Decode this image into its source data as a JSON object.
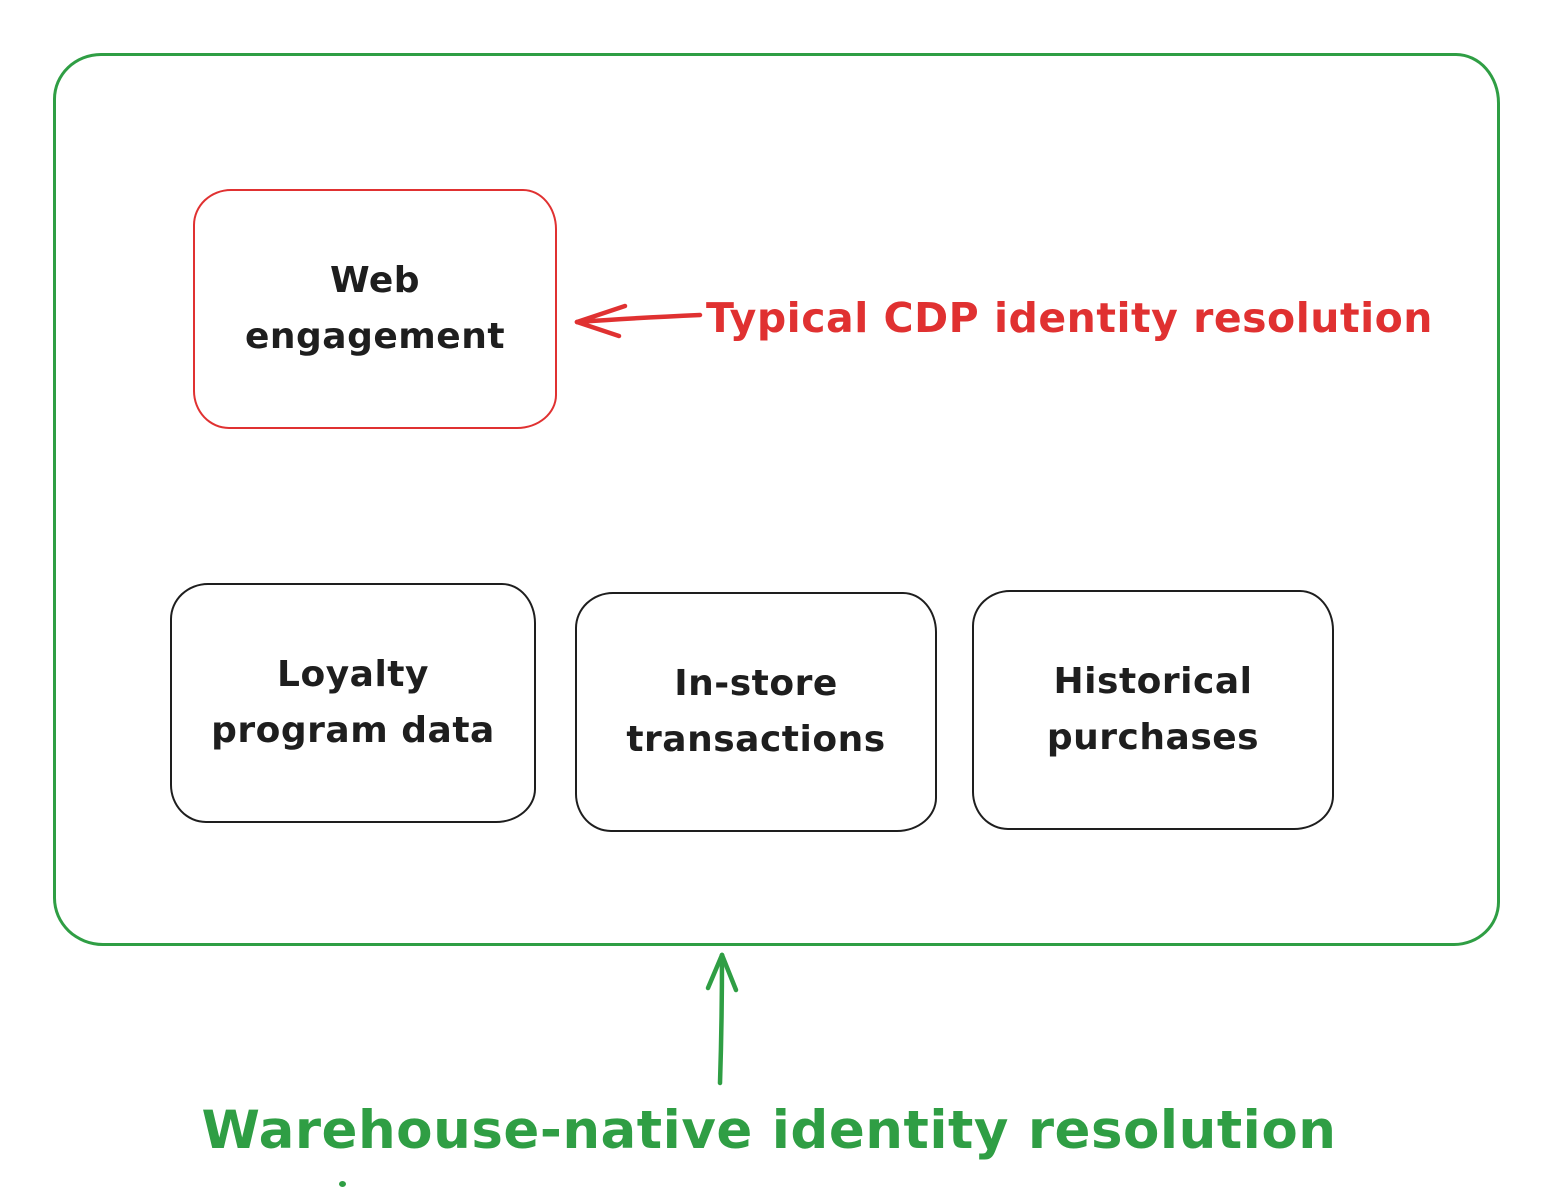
{
  "colors": {
    "warehouse_green": "#2f9e44",
    "cdp_red": "#e03131",
    "ink_black": "#1e1e1e",
    "background": "#ffffff"
  },
  "frame": {
    "role": "warehouse-scope-container"
  },
  "boxes": {
    "web_engagement": {
      "label": "Web\nengagement",
      "border_color": "#e03131"
    },
    "loyalty": {
      "label": "Loyalty\nprogram data",
      "border_color": "#1e1e1e"
    },
    "in_store": {
      "label": "In-store\ntransactions",
      "border_color": "#1e1e1e"
    },
    "historical": {
      "label": "Historical\npurchases",
      "border_color": "#1e1e1e"
    }
  },
  "annotations": {
    "cdp": {
      "label": "Typical CDP identity resolution",
      "color": "#e03131",
      "arrow": "left-arrow pointing at Web engagement box"
    },
    "warehouse": {
      "label": "Warehouse-native identity resolution",
      "color": "#2f9e44",
      "arrow": "up-arrow pointing at green container"
    }
  }
}
